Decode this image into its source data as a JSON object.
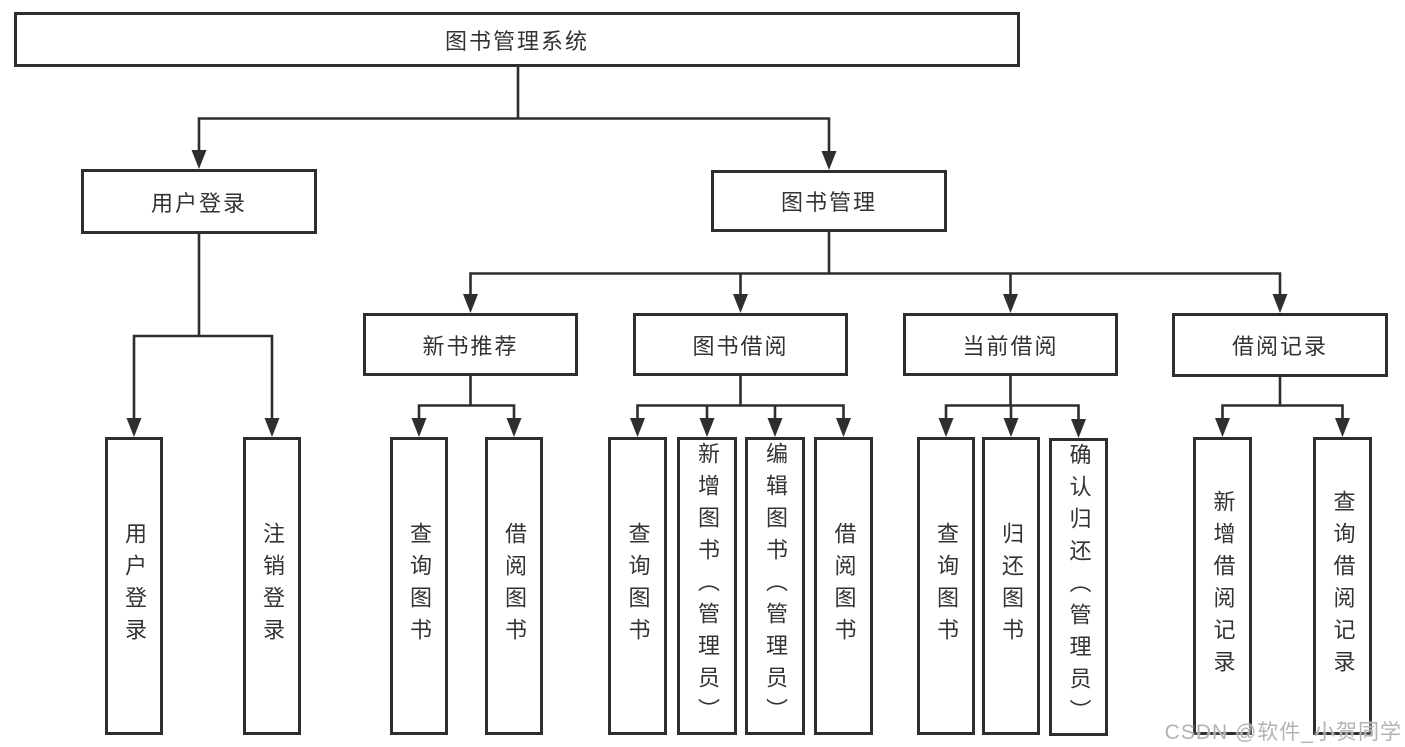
{
  "diagram": {
    "type": "hierarchy-tree",
    "root": {
      "label": "图书管理系统",
      "children": [
        {
          "label": "用户登录",
          "children": [
            {
              "label": "用户登录"
            },
            {
              "label": "注销登录"
            }
          ]
        },
        {
          "label": "图书管理",
          "children": [
            {
              "label": "新书推荐",
              "children": [
                {
                  "label": "查询图书"
                },
                {
                  "label": "借阅图书"
                }
              ]
            },
            {
              "label": "图书借阅",
              "children": [
                {
                  "label": "查询图书"
                },
                {
                  "label": "新增图书（管理员）"
                },
                {
                  "label": "编辑图书（管理员）"
                },
                {
                  "label": "借阅图书"
                }
              ]
            },
            {
              "label": "当前借阅",
              "children": [
                {
                  "label": "查询图书"
                },
                {
                  "label": "归还图书"
                },
                {
                  "label": "确认归还（管理员）"
                }
              ]
            },
            {
              "label": "借阅记录",
              "children": [
                {
                  "label": "新增借阅记录"
                },
                {
                  "label": "查询借阅记录"
                }
              ]
            }
          ]
        }
      ]
    }
  },
  "colors": {
    "line": "#2e2e2e",
    "box_border": "#2e2e2e",
    "text": "#333333",
    "background": "#ffffff",
    "watermark": "#b3b3b3"
  },
  "watermark": {
    "text": "CSDN @软件_小贺同学"
  }
}
